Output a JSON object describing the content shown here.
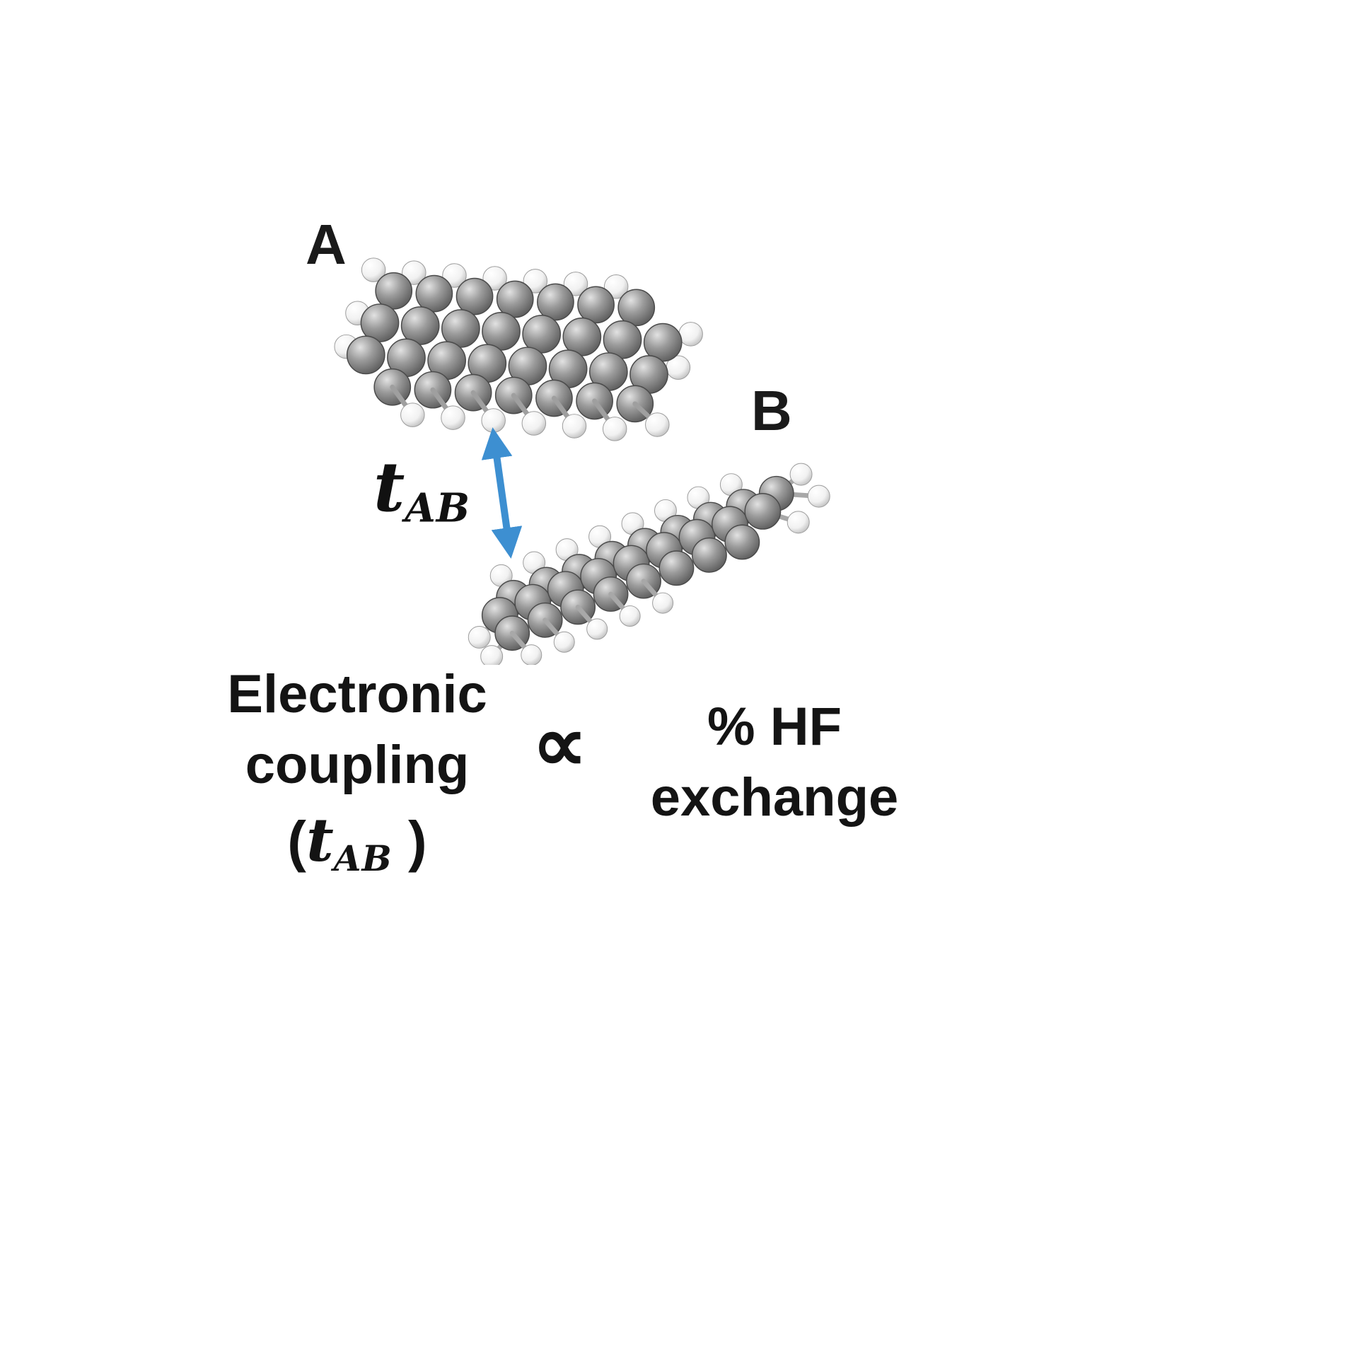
{
  "molecules": {
    "a_label": "A",
    "b_label": "B",
    "atom_colors": {
      "carbon": "#7d7d7d",
      "hydrogen": "#f2f2f2"
    }
  },
  "arrow": {
    "color": "#3d8fd1"
  },
  "coupling_label": {
    "t": "t",
    "sub": "AB"
  },
  "equation": {
    "left_line1": "Electronic",
    "left_line2": "coupling",
    "left_paren_open": "(",
    "left_t": "t",
    "left_sub": "AB",
    "left_paren_close": " )",
    "proportional_symbol": "∝",
    "right_line1": "% HF",
    "right_line2": "exchange"
  }
}
